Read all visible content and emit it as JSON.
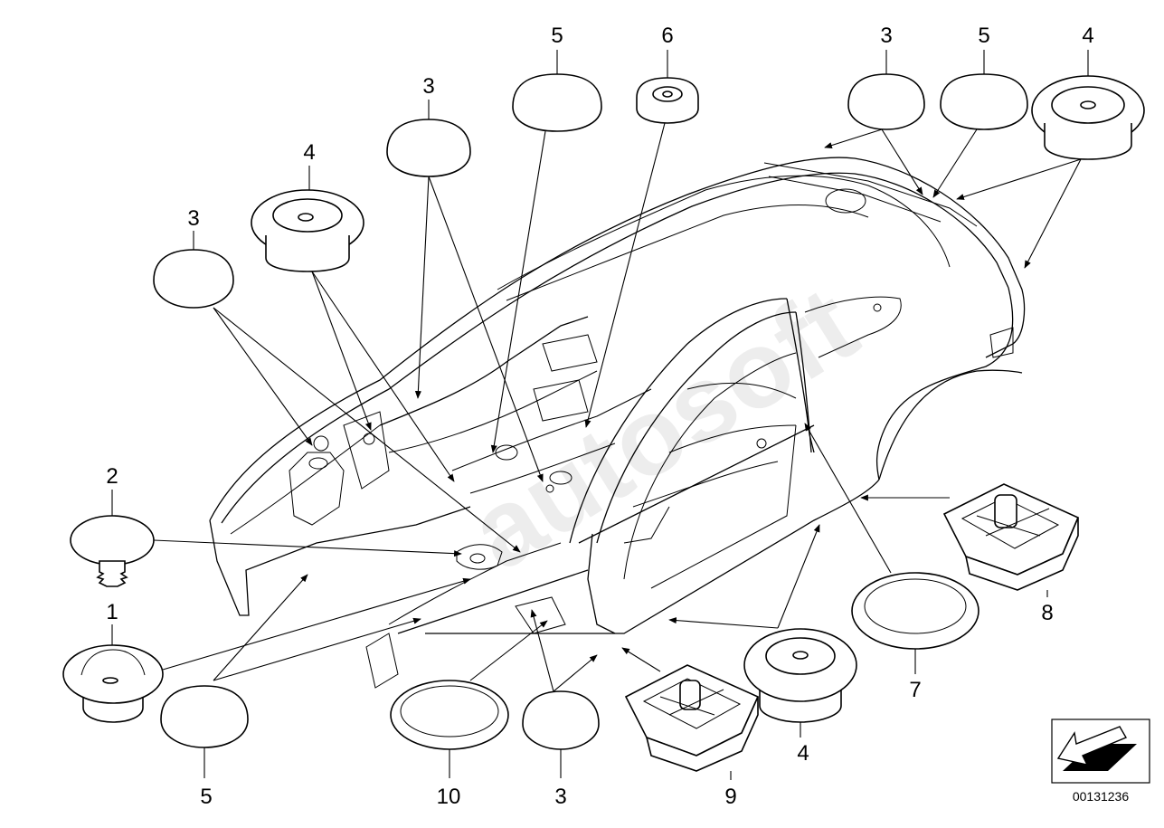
{
  "diagram": {
    "labels": {
      "l1": "1",
      "l2": "2",
      "l3a": "3",
      "l3b": "3",
      "l3c": "3",
      "l3d": "3",
      "l4a": "4",
      "l4b": "4",
      "l4c": "4",
      "l5a": "5",
      "l5b": "5",
      "l5c": "5",
      "l6": "6",
      "l7": "7",
      "l8": "8",
      "l9": "9",
      "l10": "10"
    },
    "reference_number": "00131236",
    "watermark": "autosoft"
  }
}
